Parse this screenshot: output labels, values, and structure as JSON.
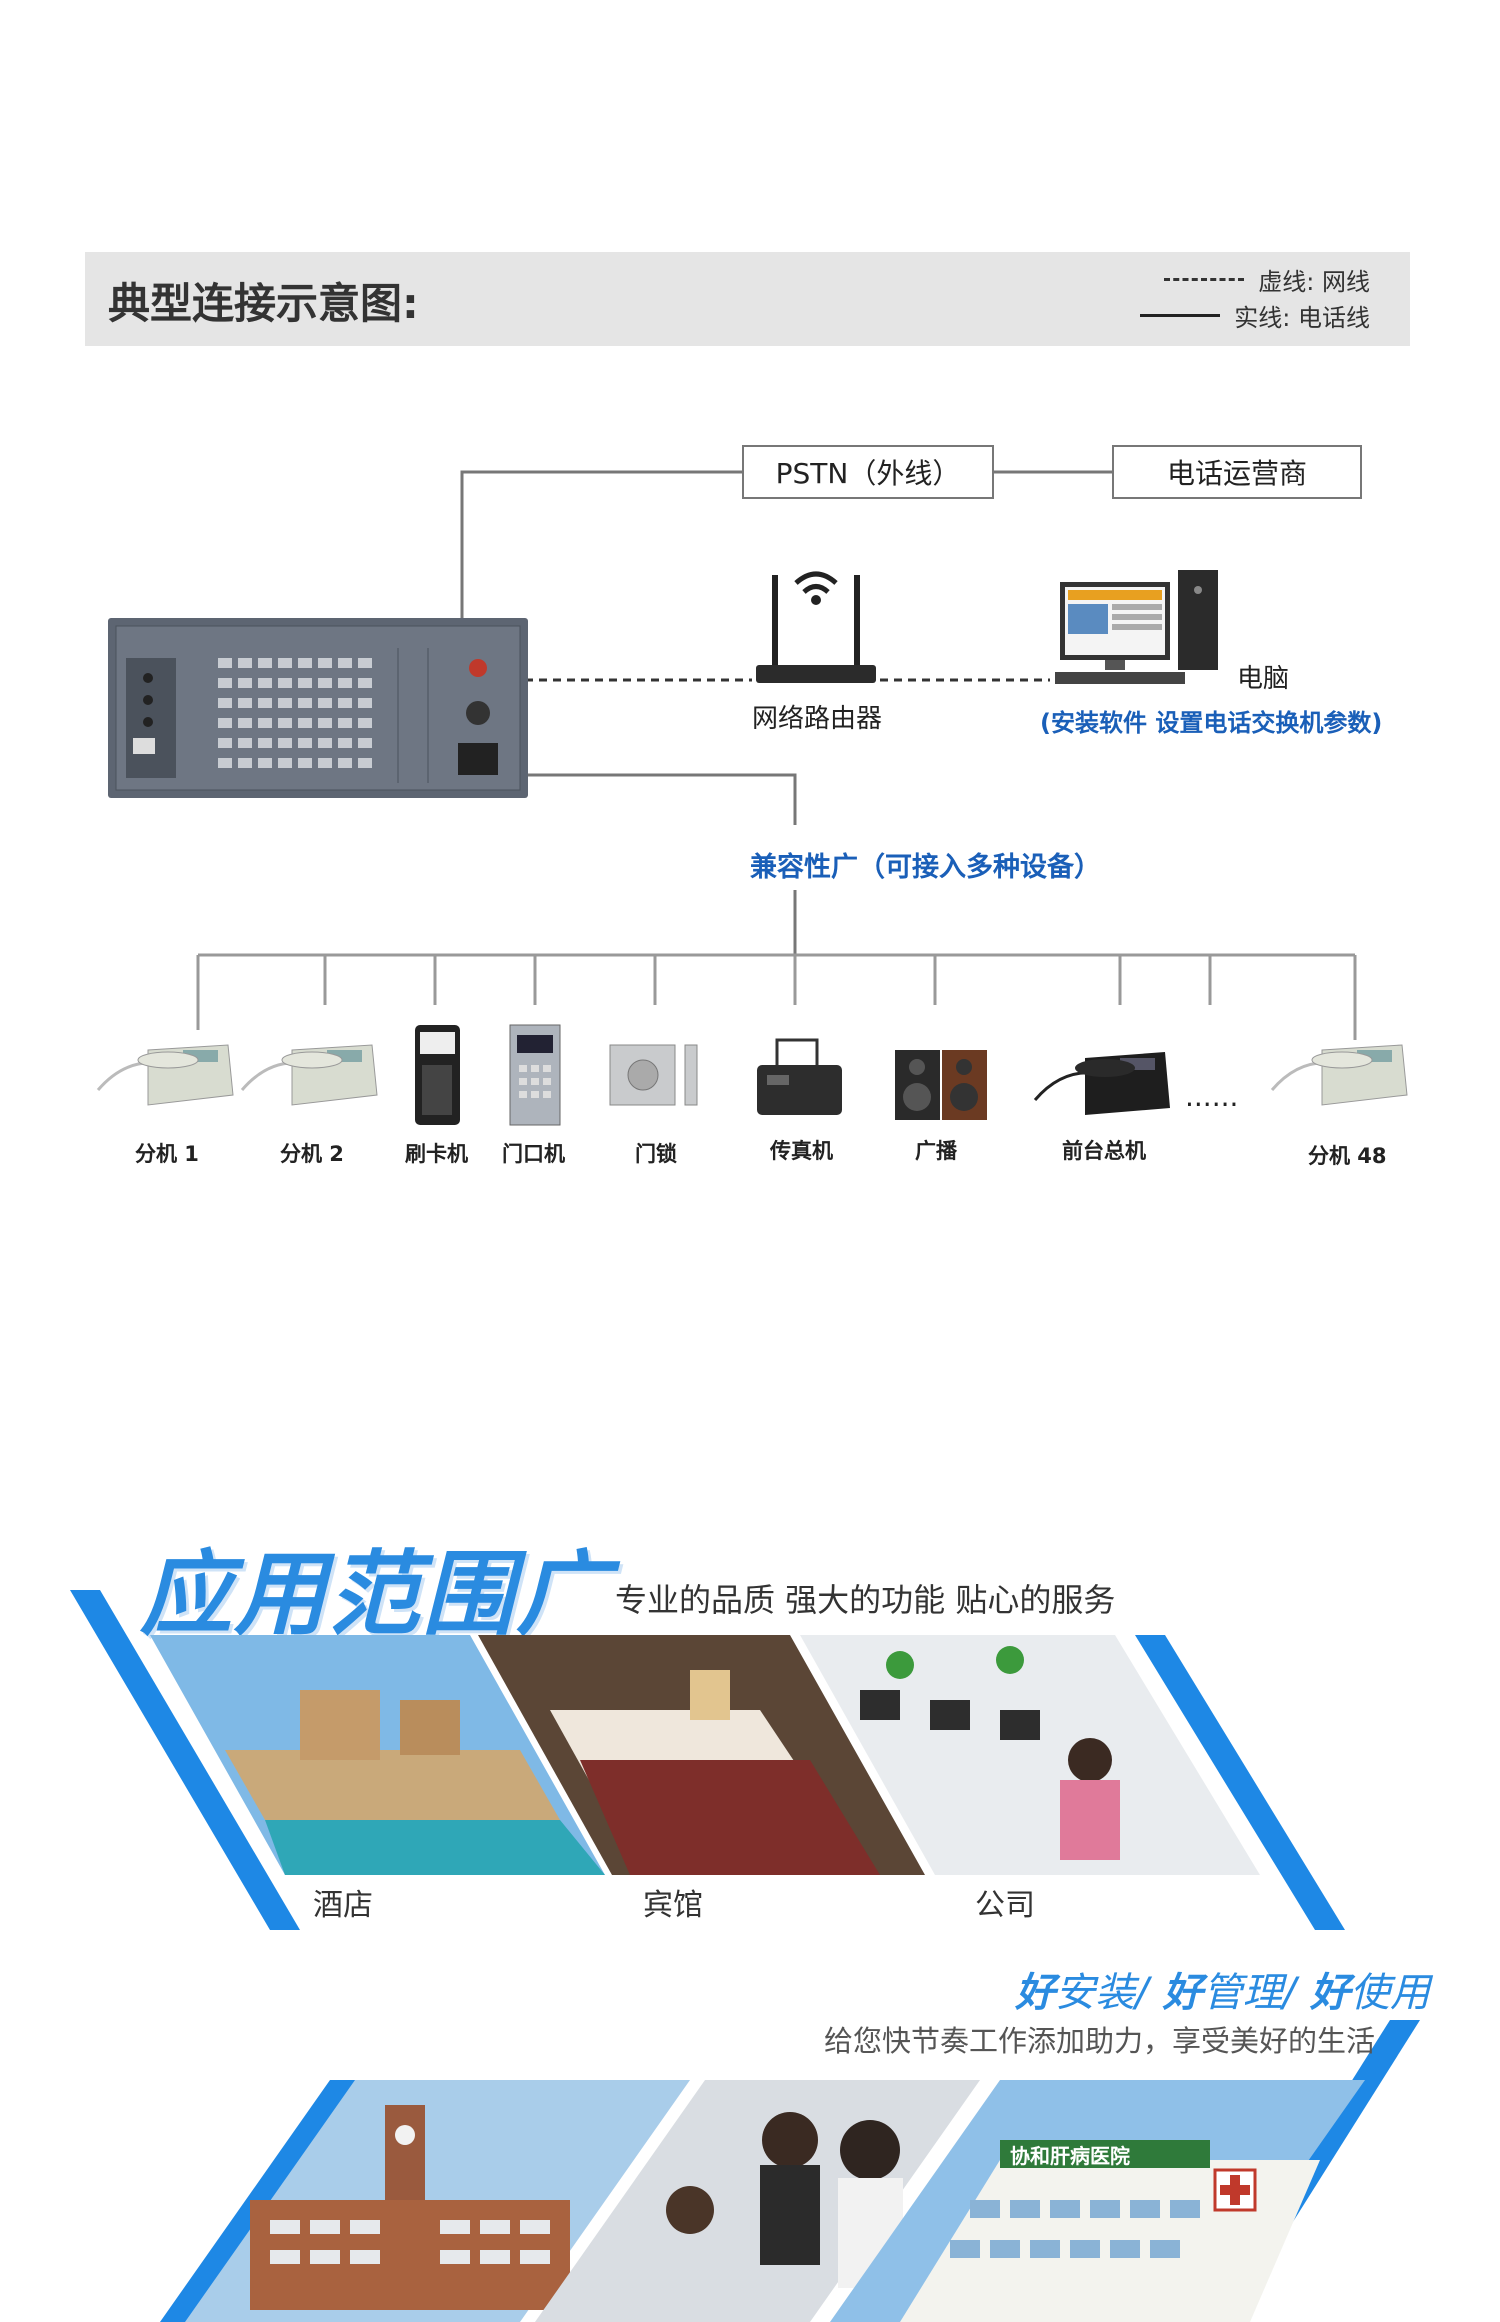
{
  "diagram_section": {
    "title": "典型连接示意图:",
    "legend": {
      "dashed_label": "虚线: 网线",
      "solid_label": "实线: 电话线"
    },
    "pstn_label": "PSTN（外线）",
    "operator_label": "电话运营商",
    "router_label": "网络路由器",
    "computer_label": "电脑",
    "computer_note": "(安装软件 设置电话交换机参数)",
    "compat_label": "兼容性广（可接入多种设备）",
    "ellipsis": "......",
    "devices": [
      {
        "label": "分机 1",
        "icon": "phone-icon"
      },
      {
        "label": "分机 2",
        "icon": "phone-icon"
      },
      {
        "label": "刷卡机",
        "icon": "card-reader-icon"
      },
      {
        "label": "门口机",
        "icon": "door-intercom-icon"
      },
      {
        "label": "门锁",
        "icon": "door-lock-icon"
      },
      {
        "label": "传真机",
        "icon": "fax-icon"
      },
      {
        "label": "广播",
        "icon": "speaker-icon"
      },
      {
        "label": "前台总机",
        "icon": "desk-phone-icon"
      },
      {
        "label": "分机 48",
        "icon": "phone-icon"
      }
    ]
  },
  "application_section": {
    "title": "应用范围广",
    "tagline": "专业的品质 强大的功能 贴心的服务",
    "categories": [
      {
        "label": "酒店"
      },
      {
        "label": "宾馆"
      },
      {
        "label": "公司"
      }
    ],
    "good_1": "好",
    "good_1_text": "安装/",
    "good_2": "好",
    "good_2_text": "管理/",
    "good_3": "好",
    "good_3_text": "使用",
    "sub_tagline": "给您快节奏工作添加助力，享受美好的生活",
    "hospital_sign": "协和肝病医院"
  },
  "colors": {
    "accent_blue": "#2a8be0",
    "header_gray": "#e5e5e5",
    "note_blue": "#1a5fb8"
  }
}
